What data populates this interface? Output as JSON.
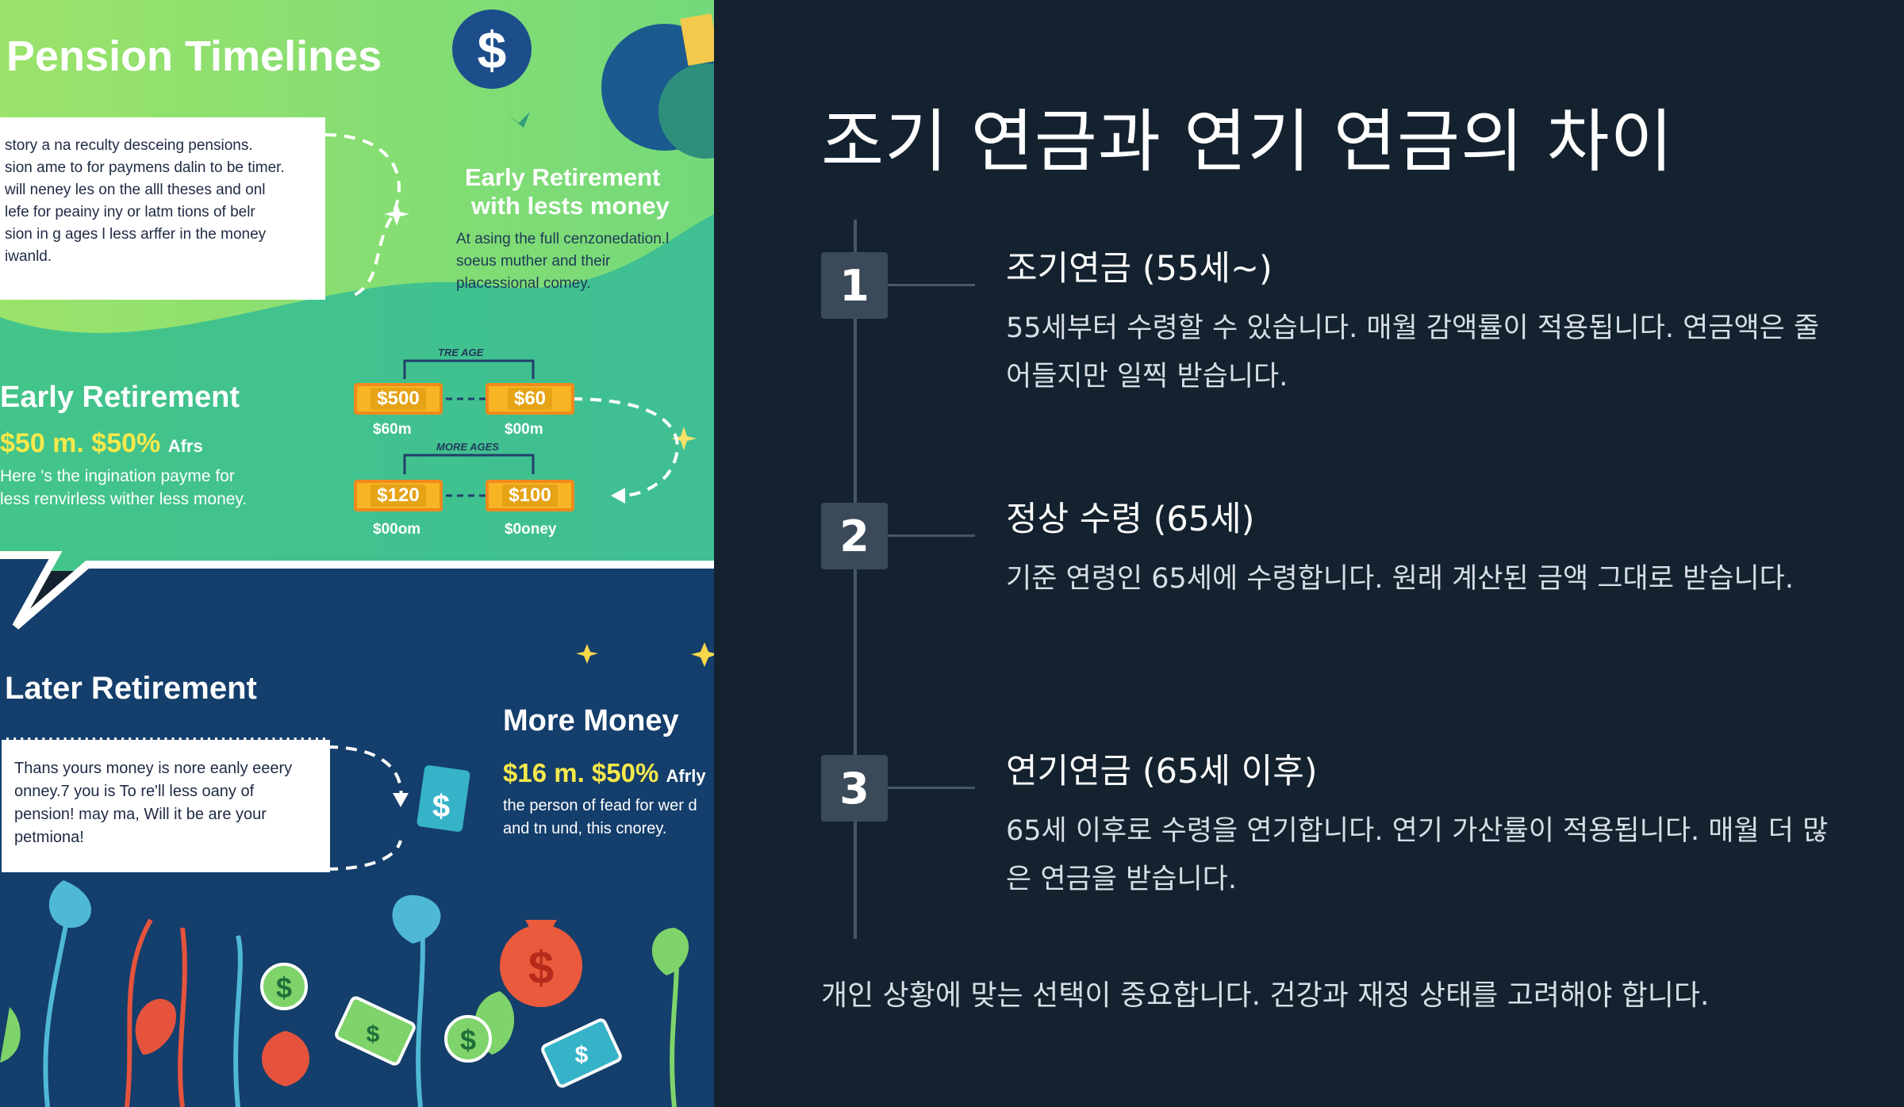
{
  "illustration": {
    "title": "Pension Timelines",
    "top_note": [
      "story a na reculty desceing pensions.",
      "sion ame to for paymens dalin to be timer.",
      "will neney les on the alll theses and onl",
      "lefe for peainy iny or latm tions of belr",
      "sion in g ages l less arffer in the money",
      "iwanld."
    ],
    "early_box": {
      "title_line1": "Early Retirement",
      "title_line2": "with lests money",
      "body": [
        "At asing the full cenzonedation.l",
        "soeus muther and their",
        "placessional comey."
      ]
    },
    "early_section": {
      "title": "Early Retirement",
      "highlight": "$50 m. $50%",
      "highlight_suffix": "Afrs",
      "body": [
        "Here 's the ingination payme for",
        "less renvirless wither less money."
      ]
    },
    "diagram": {
      "top_label": "TRE AGE",
      "mid_label": "MORE AGES",
      "tags": [
        {
          "value": "$500",
          "sub": "$60m"
        },
        {
          "value": "$60",
          "sub": "$00m"
        },
        {
          "value": "$120",
          "sub": "$00om"
        },
        {
          "value": "$100",
          "sub": "$0oney"
        }
      ]
    },
    "later_section": {
      "title": "Later Retirement",
      "note": [
        "Thans yours money is nore eanly eeery",
        "onney.7 you is To re'll less oany of",
        "pension! may ma, Will it be are your",
        "petmiona!"
      ]
    },
    "more_money": {
      "title": "More Money",
      "highlight": "$16 m. $50%",
      "highlight_suffix": "Afrly",
      "body": [
        "the person of fead for wer d",
        "and tn und, this cnorey."
      ]
    },
    "colors": {
      "green_light": "#93e06a",
      "green_mid": "#4cc98a",
      "teal": "#36b39a",
      "navy": "#143e6b",
      "gold": "#f7b524"
    }
  },
  "slide": {
    "title": "조기 연금과 연기 연금의 차이",
    "steps": [
      {
        "number": "1",
        "title": "조기연금 (55세~)",
        "description": "55세부터 수령할 수 있습니다. 매월 감액률이 적용됩니다. 연금액은 줄어들지만 일찍 받습니다."
      },
      {
        "number": "2",
        "title": "정상 수령 (65세)",
        "description": "기준 연령인 65세에 수령합니다. 원래 계산된 금액 그대로 받습니다."
      },
      {
        "number": "3",
        "title": "연기연금 (65세 이후)",
        "description": "65세 이후로 수령을 연기합니다. 연기 가산률이 적용됩니다. 매월 더 많은 연금을 받습니다."
      }
    ],
    "footer": "개인 상황에 맞는 선택이 중요합니다. 건강과 재정 상태를 고려해야 합니다.",
    "colors": {
      "background": "#14222f",
      "step_box": "#3b4a58",
      "line": "#485766"
    }
  }
}
